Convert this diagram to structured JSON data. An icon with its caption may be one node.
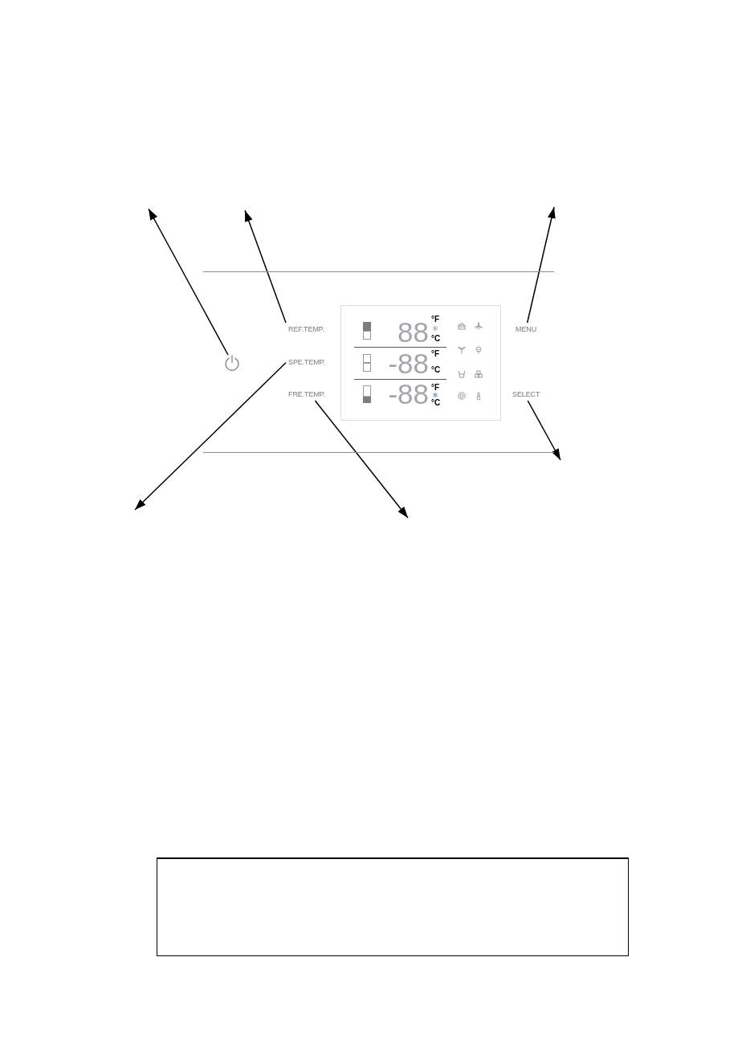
{
  "diagram": {
    "nodes": [
      {
        "text": [],
        "shape": "picture"
      },
      {
        "text": [
          "REF.TEMP."
        ]
      },
      {
        "text": [
          "SPE.TEMP."
        ]
      },
      {
        "text": [
          "FRE.TEMP."
        ]
      },
      {
        "text": [
          "MENU"
        ]
      },
      {
        "text": [
          "SELECT"
        ]
      }
    ],
    "edges": [
      {
        "from": 0,
        "to": null,
        "arrow": "to"
      },
      {
        "from": 1,
        "to": null,
        "arrow": "to"
      },
      {
        "from": 2,
        "to": null,
        "arrow": "to"
      },
      {
        "from": 3,
        "to": null,
        "arrow": "to"
      },
      {
        "from": 4,
        "to": null,
        "arrow": "to"
      },
      {
        "from": 5,
        "to": null,
        "arrow": "to"
      }
    ],
    "labels": [
      "88",
      "°F",
      "°C",
      "-88",
      "°F",
      "°C",
      "-88",
      "°F",
      "°C"
    ]
  }
}
